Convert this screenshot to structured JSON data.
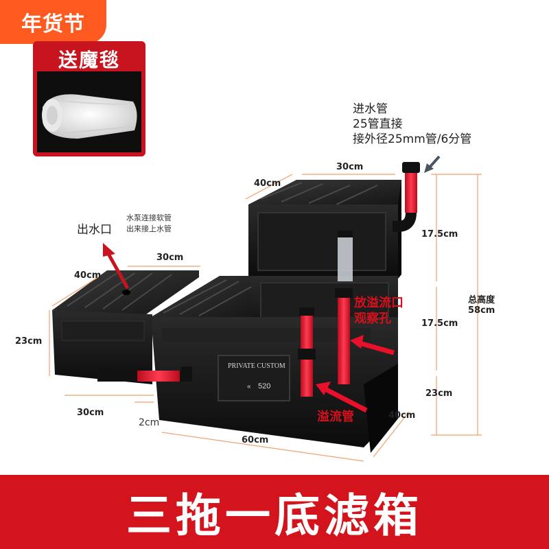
{
  "badge": {
    "text": "年货节"
  },
  "gift": {
    "title": "送魔毯"
  },
  "inlet": {
    "lines": [
      "进水管",
      "25管直接",
      "接外径25mm管/6分管"
    ]
  },
  "outlet": {
    "label": "出水口"
  },
  "pump_note": {
    "lines": [
      "水泵连接软管",
      "出来接上水管"
    ]
  },
  "overflow_port": {
    "lines": [
      "放溢流口",
      "观察孔"
    ]
  },
  "overflow_pipe": {
    "label": "溢流管"
  },
  "brand": {
    "name": "PRIVATE CUSTOM",
    "model": "520"
  },
  "dimensions": {
    "top_width": "30cm",
    "top_depth": "40cm",
    "left_width": "30cm",
    "left_depth": "40cm",
    "left_height": "23cm",
    "left_bottom_width": "30cm",
    "gap": "2cm",
    "bottom_length": "60cm",
    "bottom_depth": "40cm",
    "layer1_height": "17.5cm",
    "layer2_height": "17.5cm",
    "layer3_height": "23cm",
    "total_label": "总高度",
    "total_value": "58cm"
  },
  "colors": {
    "accent_red": "#d3141c",
    "badge_orange": "#ff5a1f",
    "pipe_red": "#e8102a",
    "box_black": "#161616"
  },
  "title": {
    "text": "三拖一底滤箱"
  }
}
